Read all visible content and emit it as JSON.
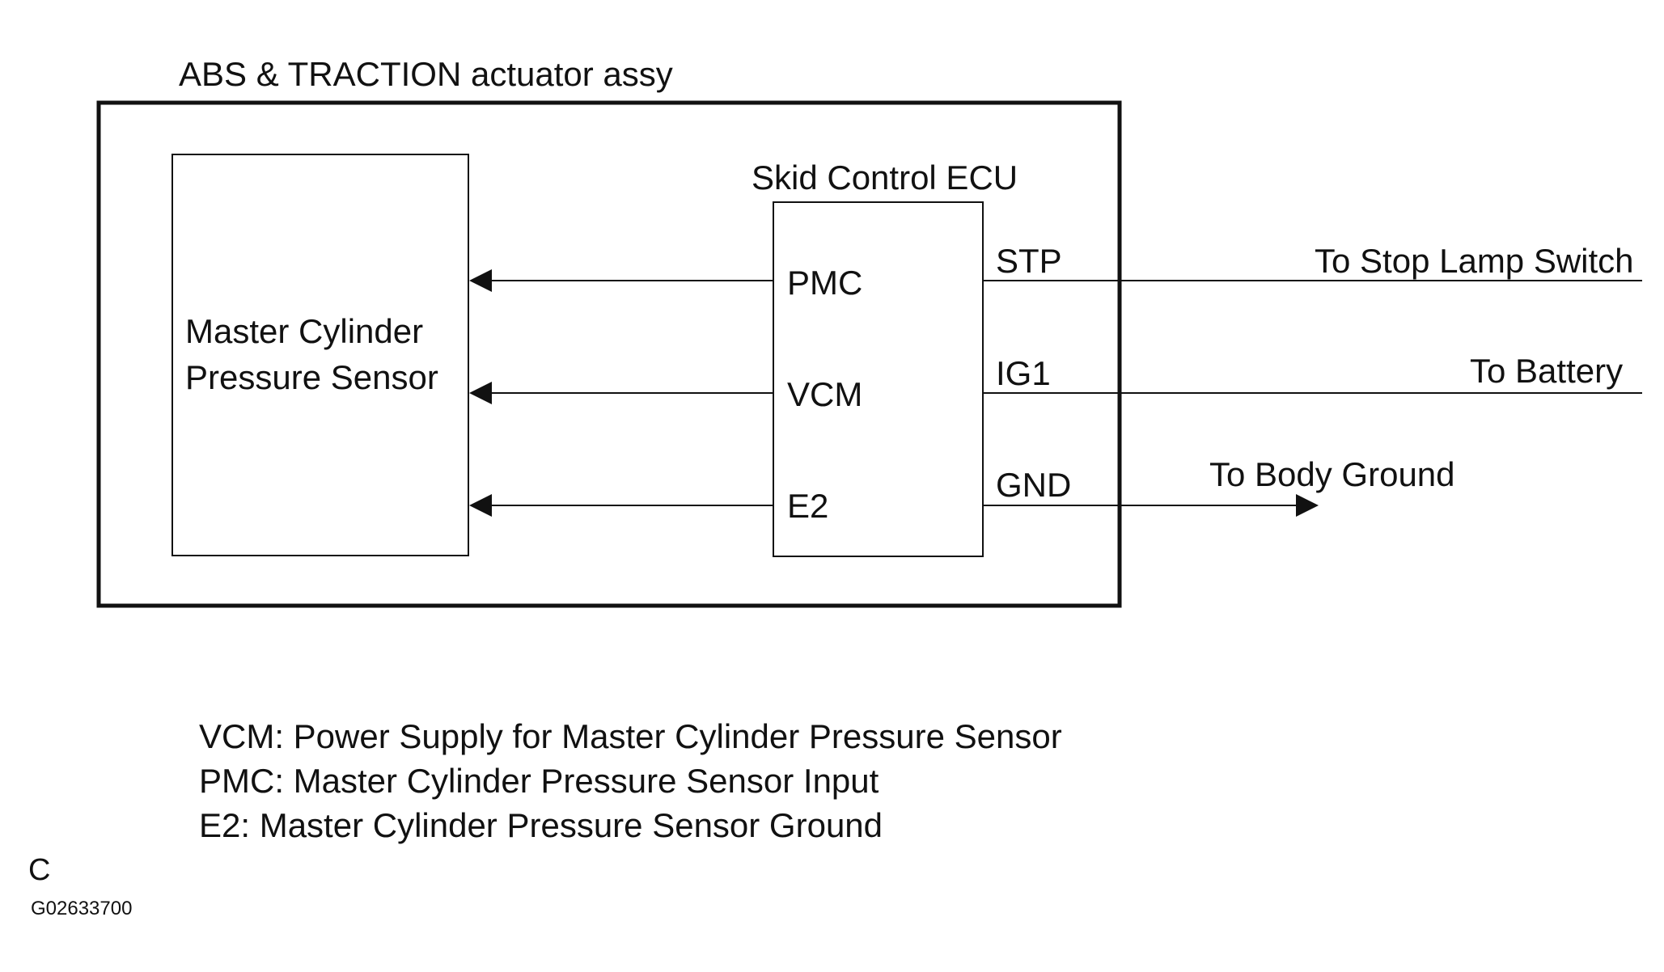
{
  "assembly": {
    "title": "ABS & TRACTION actuator assy"
  },
  "sensor": {
    "label_line1": "Master Cylinder",
    "label_line2": "Pressure Sensor"
  },
  "ecu": {
    "title": "Skid Control ECU",
    "left_pins": [
      "PMC",
      "VCM",
      "E2"
    ],
    "right_pins": [
      "STP",
      "IG1",
      "GND"
    ]
  },
  "connections": {
    "stop_lamp": "To Stop Lamp Switch",
    "battery": "To Battery",
    "body_ground": "To Body Ground"
  },
  "legend": [
    "VCM: Power Supply for Master Cylinder Pressure Sensor",
    "PMC: Master Cylinder Pressure Sensor Input",
    "E2: Master Cylinder Pressure Sensor Ground"
  ],
  "footer": {
    "letter": "C",
    "code": "G02633700"
  },
  "colors": {
    "line": "#111111",
    "background": "#ffffff"
  }
}
